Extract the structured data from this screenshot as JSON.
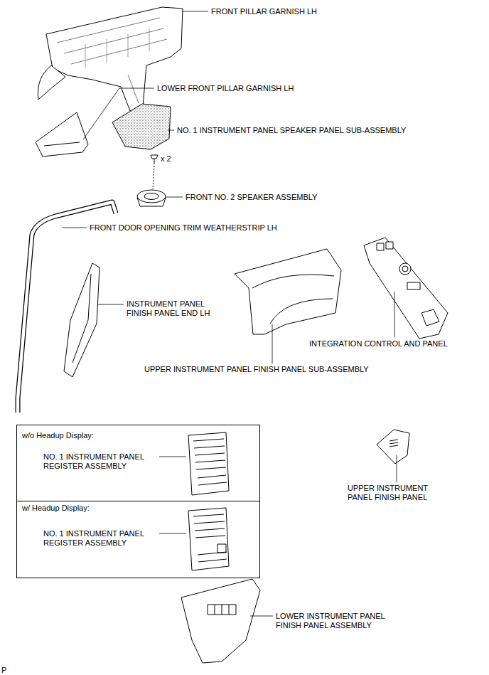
{
  "diagram": {
    "nodes": [
      {
        "text": [
          "w/o Headup Display:",
          "NO. 1 INSTRUMENT PANEL REGISTER ASSEMBLY"
        ]
      },
      {
        "text": [
          "w/ Headup Display:",
          "NO. 1 INSTRUMENT PANEL REGISTER ASSEMBLY"
        ]
      }
    ],
    "labels": [
      "FRONT PILLAR GARNISH LH",
      "LOWER FRONT PILLAR GARNISH LH",
      "NO. 1 INSTRUMENT PANEL SPEAKER PANEL SUB-ASSEMBLY",
      "x 2",
      "FRONT NO. 2 SPEAKER ASSEMBLY",
      "FRONT DOOR OPENING TRIM WEATHERSTRIP LH",
      "INSTRUMENT PANEL FINISH PANEL END LH",
      "INTEGRATION CONTROL AND PANEL",
      "UPPER INSTRUMENT PANEL FINISH PANEL SUB-ASSEMBLY",
      "UPPER INSTRUMENT PANEL FINISH PANEL",
      "LOWER INSTRUMENT PANEL FINISH PANEL ASSEMBLY",
      "P"
    ]
  }
}
